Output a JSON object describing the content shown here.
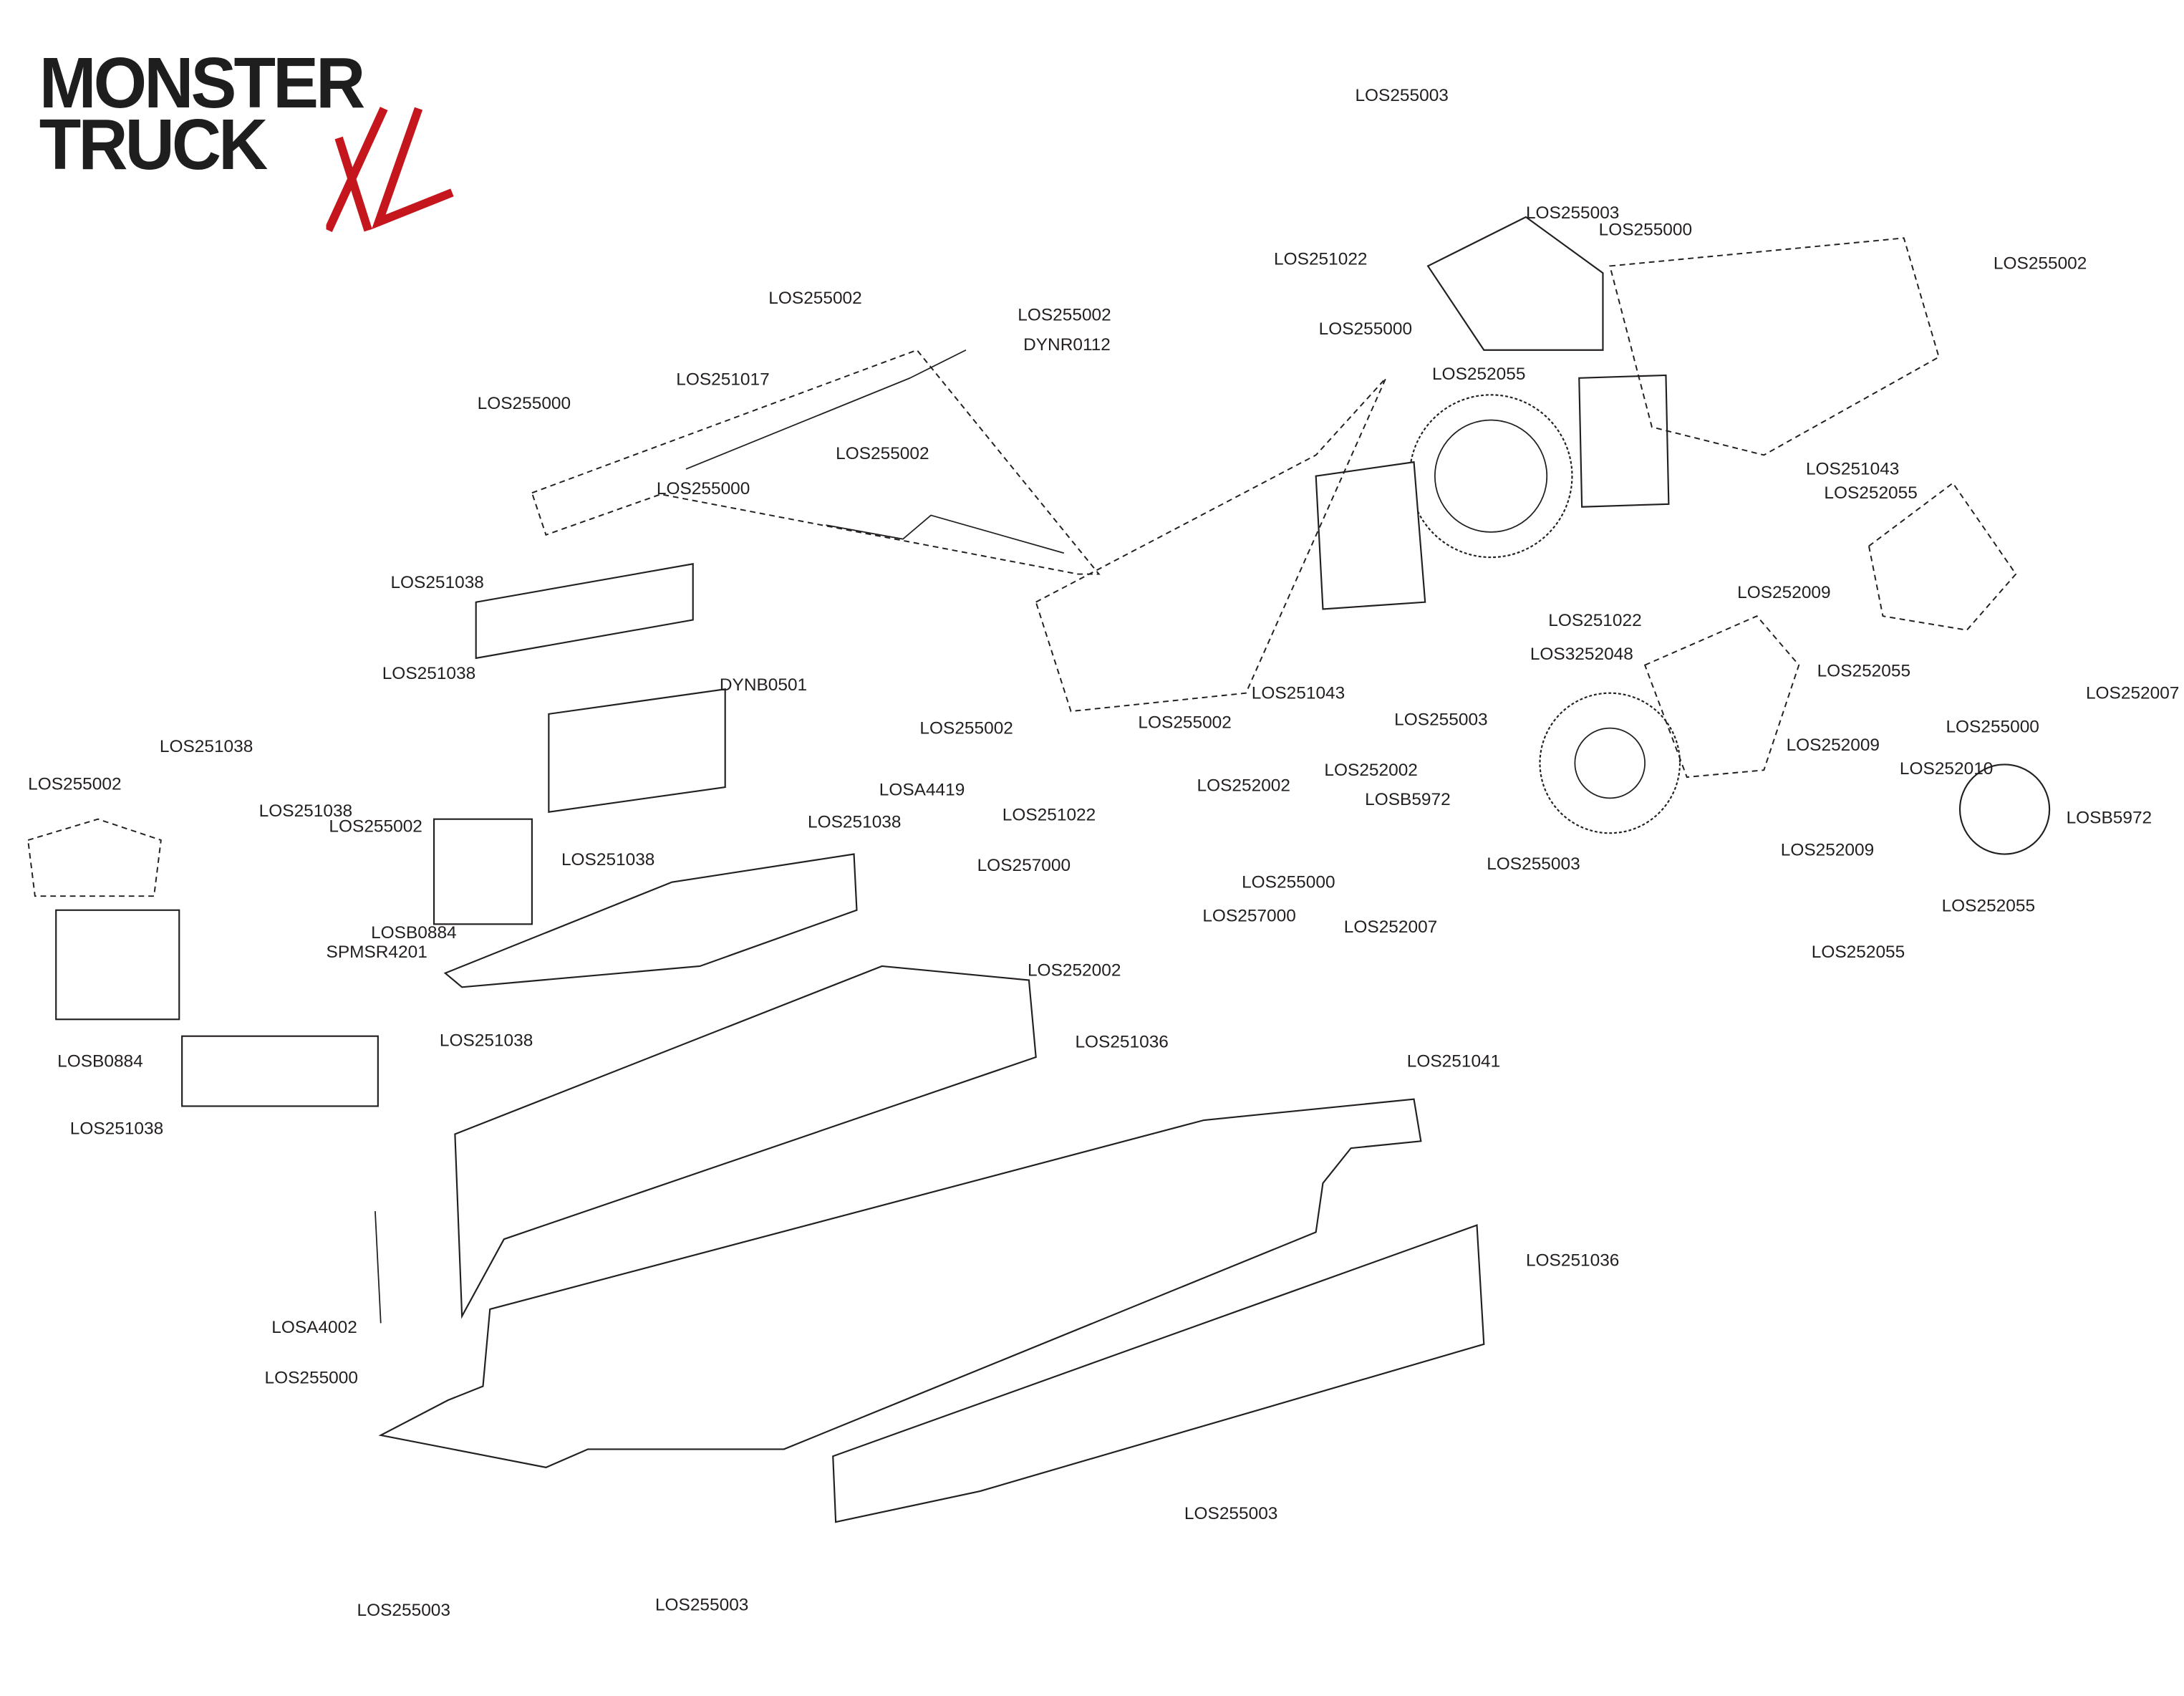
{
  "logo": {
    "line1": "MONSTER",
    "line2": "TRUCK",
    "suffix": "XL",
    "accent_color": "#c4161c"
  },
  "callouts": [
    "LOS255003",
    "LOS255003",
    "LOS255000",
    "LOS251022",
    "LOS255002",
    "LOS255002",
    "LOS255002",
    "DYNR0112",
    "LOS255000",
    "LOS252055",
    "LOS251017",
    "LOS255000",
    "LOS255002",
    "LOS251043",
    "LOS252055",
    "LOS255000",
    "LOS251038",
    "LOS252009",
    "LOS251022",
    "LOS3252048",
    "LOS252055",
    "LOS251038",
    "DYNB0501",
    "LOS251043",
    "LOS252007",
    "LOS255003",
    "LOS255002",
    "LOS255000",
    "LOS255002",
    "LOS252009",
    "LOS251038",
    "LOS252002",
    "LOS252010",
    "LOS255002",
    "LOS252002",
    "LOSA4419",
    "LOSB5972",
    "LOS251038",
    "LOSB5972",
    "LOS251022",
    "LOS255002",
    "LOS251038",
    "LOS252009",
    "LOS255003",
    "LOS251038",
    "LOS257000",
    "LOS255000",
    "LOS252055",
    "LOS257000",
    "LOS252007",
    "LOSB0884",
    "SPMSR4201",
    "LOS252055",
    "LOS252002",
    "LOS251038",
    "LOS251036",
    "LOSB0884",
    "LOS251041",
    "LOS251038",
    "LOS251036",
    "LOSA4002",
    "LOS255000",
    "LOS255003",
    "LOS255003",
    "LOS255003"
  ]
}
